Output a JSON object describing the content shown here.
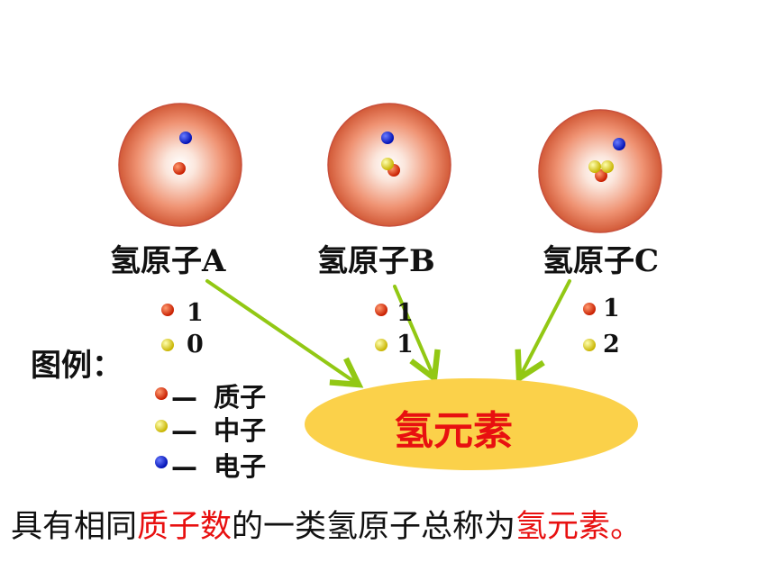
{
  "atoms": [
    {
      "label": "氢原子A",
      "protons": "1",
      "neutrons": "0"
    },
    {
      "label": "氢原子B",
      "protons": "1",
      "neutrons": "1"
    },
    {
      "label": "氢原子C",
      "protons": "1",
      "neutrons": "2"
    }
  ],
  "legend": {
    "title": "图例：",
    "items": [
      {
        "label": "质子",
        "color": "#d42a00"
      },
      {
        "label": "中子",
        "color": "#d8c800"
      },
      {
        "label": "电子",
        "color": "#0018c8"
      }
    ],
    "dash": "—"
  },
  "element": {
    "name": "氢元素",
    "fill": "#fbd14a"
  },
  "sentence": {
    "part1": "具有相同",
    "highlight1": "质子数",
    "part2": "的一类氢原子总称为",
    "highlight2": "氢元素",
    "end": "。"
  },
  "colors": {
    "arrow": "#92c814",
    "highlight": "#e81010",
    "atom_edge": "#c8503c",
    "atom_core": "#ffffff"
  }
}
